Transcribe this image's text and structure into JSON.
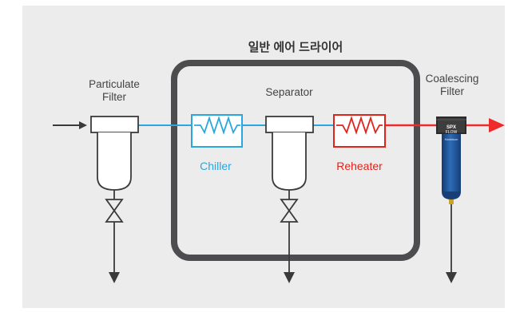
{
  "title": "일반 에어 드라이어",
  "labels": {
    "particulate_filter_1": "Particulate",
    "particulate_filter_2": "Filter",
    "separator": "Separator",
    "coalescing_filter_1": "Coalescing",
    "coalescing_filter_2": "Filter",
    "chiller": "Chiller",
    "reheater": "Reheater"
  },
  "brand": {
    "line1": "SPX",
    "line2": "FLOW",
    "line3": "Hankison"
  },
  "colors": {
    "panel": "#ececec",
    "frame": "#4d4d4f",
    "line": "#3a3a3a",
    "cold": "#2aa7de",
    "hot": "#e2231a",
    "hot_line": "#ee2b2b",
    "filter_blue": "#1f4f8f"
  }
}
